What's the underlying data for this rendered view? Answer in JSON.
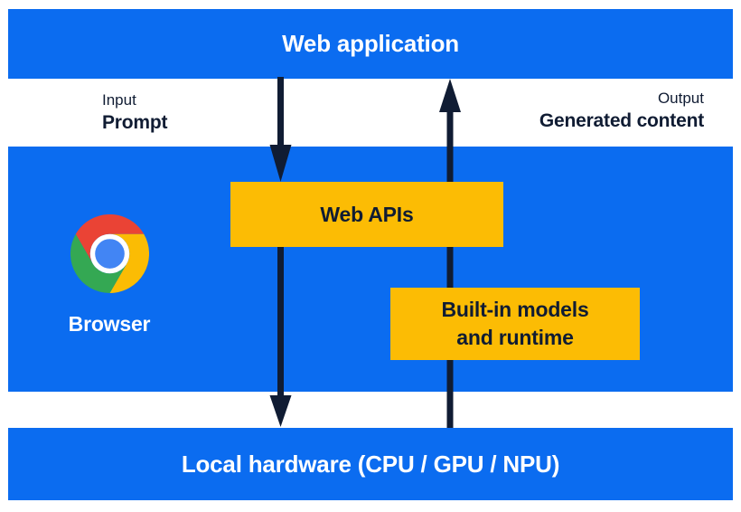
{
  "title_bars": {
    "web_application": "Web application",
    "local_hardware": "Local hardware (CPU / GPU / NPU)"
  },
  "flow_labels": {
    "input_title": "Input",
    "input_value": "Prompt",
    "output_title": "Output",
    "output_value": "Generated content"
  },
  "browser": {
    "label": "Browser",
    "icon": "chrome-logo-icon"
  },
  "callouts": {
    "web_apis": "Web APIs",
    "builtin_models_line1": "Built-in models",
    "builtin_models_line2": "and runtime"
  },
  "arrows": [
    {
      "name": "prompt-down-arrow",
      "direction": "down",
      "from": "Web application",
      "through": "Web APIs",
      "to": "Local hardware (CPU / GPU / NPU)"
    },
    {
      "name": "generated-content-up-arrow",
      "direction": "up",
      "from": "Local hardware (CPU / GPU / NPU)",
      "through": "Built-in models and runtime",
      "to": "Web application"
    }
  ],
  "colors": {
    "band_blue": "#0b6cf0",
    "callout_yellow": "#fcbc04",
    "ink_navy": "#101c33",
    "text_white": "#ffffff",
    "chrome_red": "#ea4335",
    "chrome_green": "#34a853",
    "chrome_yellow": "#fbbc04",
    "chrome_blue": "#4285f4"
  }
}
